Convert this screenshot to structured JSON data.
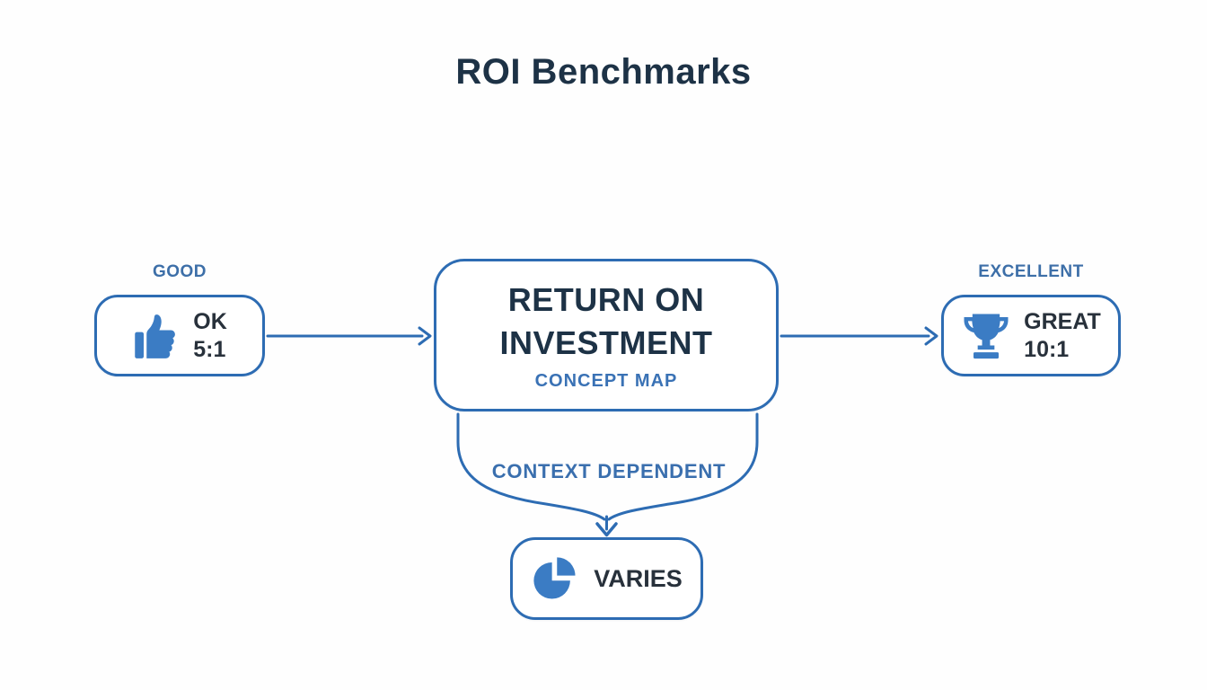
{
  "title": "ROI Benchmarks",
  "colors": {
    "accent_blue": "#2d6cb3",
    "icon_blue": "#3b7cc4",
    "label_blue": "#3d6fa8",
    "dark_navy": "#1d3246",
    "text_dark": "#28313b",
    "background": "#fefefe"
  },
  "nodes": {
    "center": {
      "title": "RETURN ON INVESTMENT",
      "subtitle": "CONCEPT MAP"
    },
    "good": {
      "label": "GOOD",
      "value_line1": "OK",
      "value_line2": "5:1",
      "icon": "thumbs-up-icon"
    },
    "excellent": {
      "label": "EXCELLENT",
      "value_line1": "GREAT",
      "value_line2": "10:1",
      "icon": "trophy-icon"
    },
    "varies": {
      "label": "CONTEXT DEPENDENT",
      "value": "VARIES",
      "icon": "pie-chart-icon"
    }
  }
}
